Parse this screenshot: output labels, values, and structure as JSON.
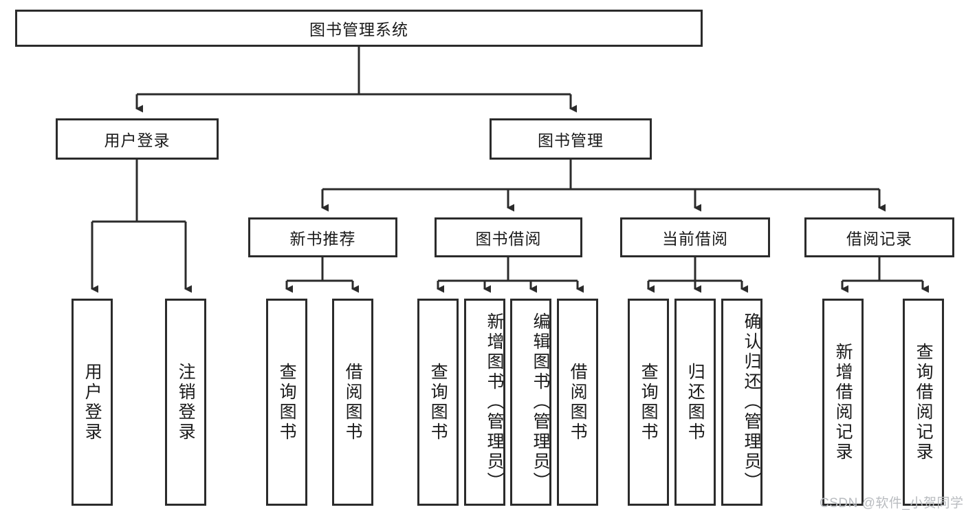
{
  "diagram": {
    "title": "图书管理系统",
    "type": "hierarchy-tree",
    "root": {
      "label": "图书管理系统",
      "id": "root"
    },
    "level2": [
      {
        "id": "user-login",
        "label": "用户登录"
      },
      {
        "id": "book-management",
        "label": "图书管理"
      }
    ],
    "level3": [
      {
        "id": "new-book-recommend",
        "label": "新书推荐",
        "parent": "book-management"
      },
      {
        "id": "book-borrow",
        "label": "图书借阅",
        "parent": "book-management"
      },
      {
        "id": "current-borrow",
        "label": "当前借阅",
        "parent": "book-management"
      },
      {
        "id": "borrow-record",
        "label": "借阅记录",
        "parent": "book-management"
      }
    ],
    "leaves": {
      "user-login": [
        {
          "id": "leaf-user-login",
          "label": "用户登录"
        },
        {
          "id": "leaf-logout",
          "label": "注销登录"
        }
      ],
      "new-book-recommend": [
        {
          "id": "leaf-query-book-1",
          "label": "查询图书"
        },
        {
          "id": "leaf-borrow-book-1",
          "label": "借阅图书"
        }
      ],
      "book-borrow": [
        {
          "id": "leaf-query-book-2",
          "label": "查询图书"
        },
        {
          "id": "leaf-add-book",
          "label": "新增图书（管理员）"
        },
        {
          "id": "leaf-edit-book",
          "label": "编辑图书（管理员）"
        },
        {
          "id": "leaf-borrow-book-2",
          "label": "借阅图书"
        }
      ],
      "current-borrow": [
        {
          "id": "leaf-query-book-3",
          "label": "查询图书"
        },
        {
          "id": "leaf-return-book",
          "label": "归还图书"
        },
        {
          "id": "leaf-confirm-return",
          "label": "确认归还（管理员）"
        }
      ],
      "borrow-record": [
        {
          "id": "leaf-add-record",
          "label": "新增借阅记录"
        },
        {
          "id": "leaf-query-record",
          "label": "查询借阅记录"
        }
      ]
    }
  },
  "watermark": {
    "text": "CSDN @软件_小贺同学"
  },
  "colors": {
    "stroke": "#2b2b2b",
    "background": "#ffffff",
    "text": "#1a1a1a",
    "watermark": "#b9bcc0"
  }
}
